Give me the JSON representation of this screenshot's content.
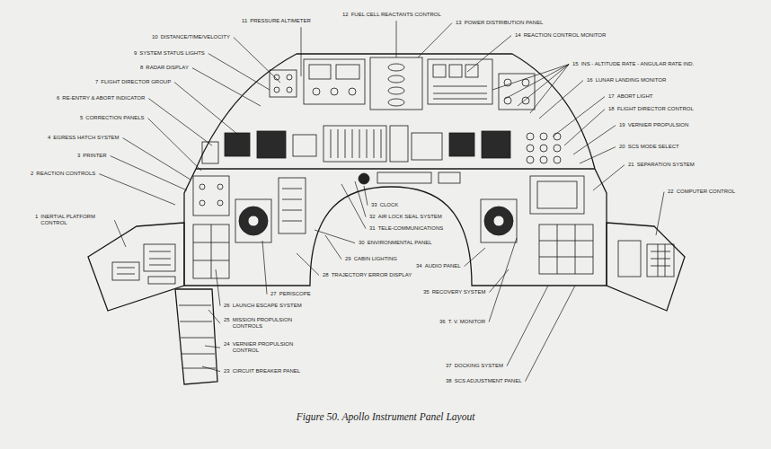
{
  "diagram": {
    "caption": "Figure 50. Apollo Instrument Panel Layout",
    "labels": [
      "1",
      "INERTIAL PLATFORM CONTROL",
      "2",
      "REACTION CONTROLS",
      "3",
      "PRINTER",
      "4",
      "EGRESS HATCH SYSTEM",
      "5",
      "CORRECTION PANELS",
      "6",
      "RE-ENTRY & ABORT INDICATOR",
      "7",
      "FLIGHT DIRECTOR GROUP",
      "8",
      "RADAR DISPLAY",
      "9",
      "SYSTEM STATUS LIGHTS",
      "10",
      "DISTANCE/TIME/VELOCITY",
      "11",
      "PRESSURE ALTIMETER",
      "12",
      "FUEL CELL REACTANTS CONTROL",
      "13",
      "POWER DISTRIBUTION PANEL",
      "14",
      "REACTION CONTROL MONITOR",
      "15",
      "INS - ALTITUDE RATE - ANGULAR RATE IND.",
      "16",
      "LUNAR LANDING MONITOR",
      "17",
      "ABORT LIGHT",
      "18",
      "FLIGHT DIRECTOR CONTROL",
      "19",
      "VERNIER PROPULSION",
      "20",
      "SCS MODE SELECT",
      "21",
      "SEPARATION SYSTEM",
      "22",
      "COMPUTER CONTROL",
      "23",
      "CIRCUIT BREAKER PANEL",
      "24",
      "VERNIER PROPULSION CONTROL",
      "25",
      "MISSION PROPULSION CONTROLS",
      "26",
      "LAUNCH ESCAPE SYSTEM",
      "27",
      "PERISCOPE",
      "28",
      "TRAJECTORY ERROR DISPLAY",
      "29",
      "CABIN LIGHTING",
      "30",
      "ENVIRONMENTAL PANEL",
      "31",
      "TELE-COMMUNICATIONS",
      "32",
      "AIR LOCK SEAL SYSTEM",
      "33",
      "CLOCK",
      "34",
      "AUDIO PANEL",
      "35",
      "RECOVERY SYSTEM",
      "36",
      "T. V. MONITOR",
      "37",
      "DOCKING SYSTEM",
      "38",
      "SCS ADJUSTMENT PANEL"
    ]
  }
}
